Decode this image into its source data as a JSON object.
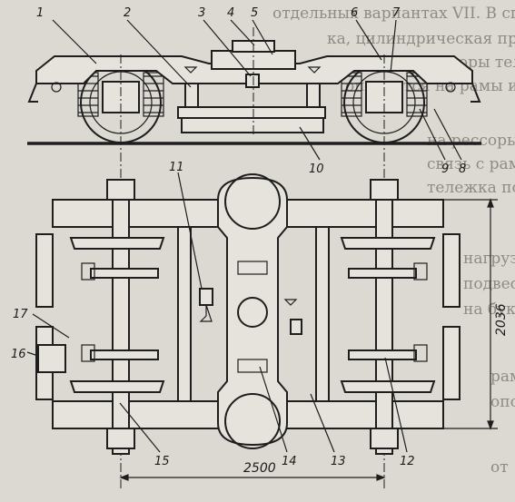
{
  "diagram": {
    "callouts": [
      "1",
      "2",
      "3",
      "4",
      "5",
      "6",
      "7",
      "8",
      "9",
      "10",
      "11",
      "12",
      "13",
      "14",
      "15",
      "16",
      "17"
    ],
    "dimensions": {
      "wheelbase": "2500",
      "width": "2036"
    },
    "background_text": [
      "отдельных вариантах VII. В специаль",
      "ка, цилиндрическая пружина, поддерживает",
      "пружины, рессоры тележки. Надрессор",
      "опирается на рамы и пружины буксов",
      "на рессоры. Брусья опираются на",
      "связь с рамой через кронштейны",
      "тележка получила упругую",
      "нагрузку от кузова через",
      "подвеску передается",
      "на буксы",
      "рама",
      "опорах",
      "от"
    ]
  }
}
